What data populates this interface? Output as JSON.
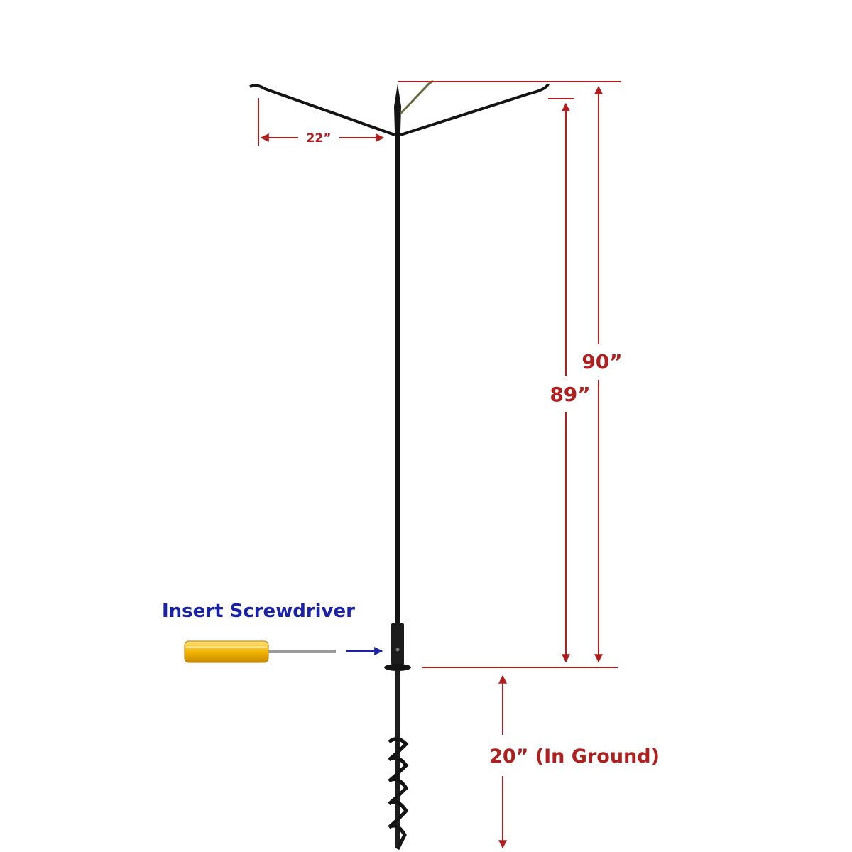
{
  "dimensions": {
    "arm_length": "22”",
    "hook_height": "89”",
    "total_height": "90”",
    "in_ground": "20” (In Ground)"
  },
  "callout": {
    "screwdriver": "Insert Screwdriver"
  },
  "colors": {
    "dimension": "#b01e1e",
    "callout": "#1a23a8",
    "pole": "#141414",
    "screwdriver_handle": "#f0b400"
  }
}
